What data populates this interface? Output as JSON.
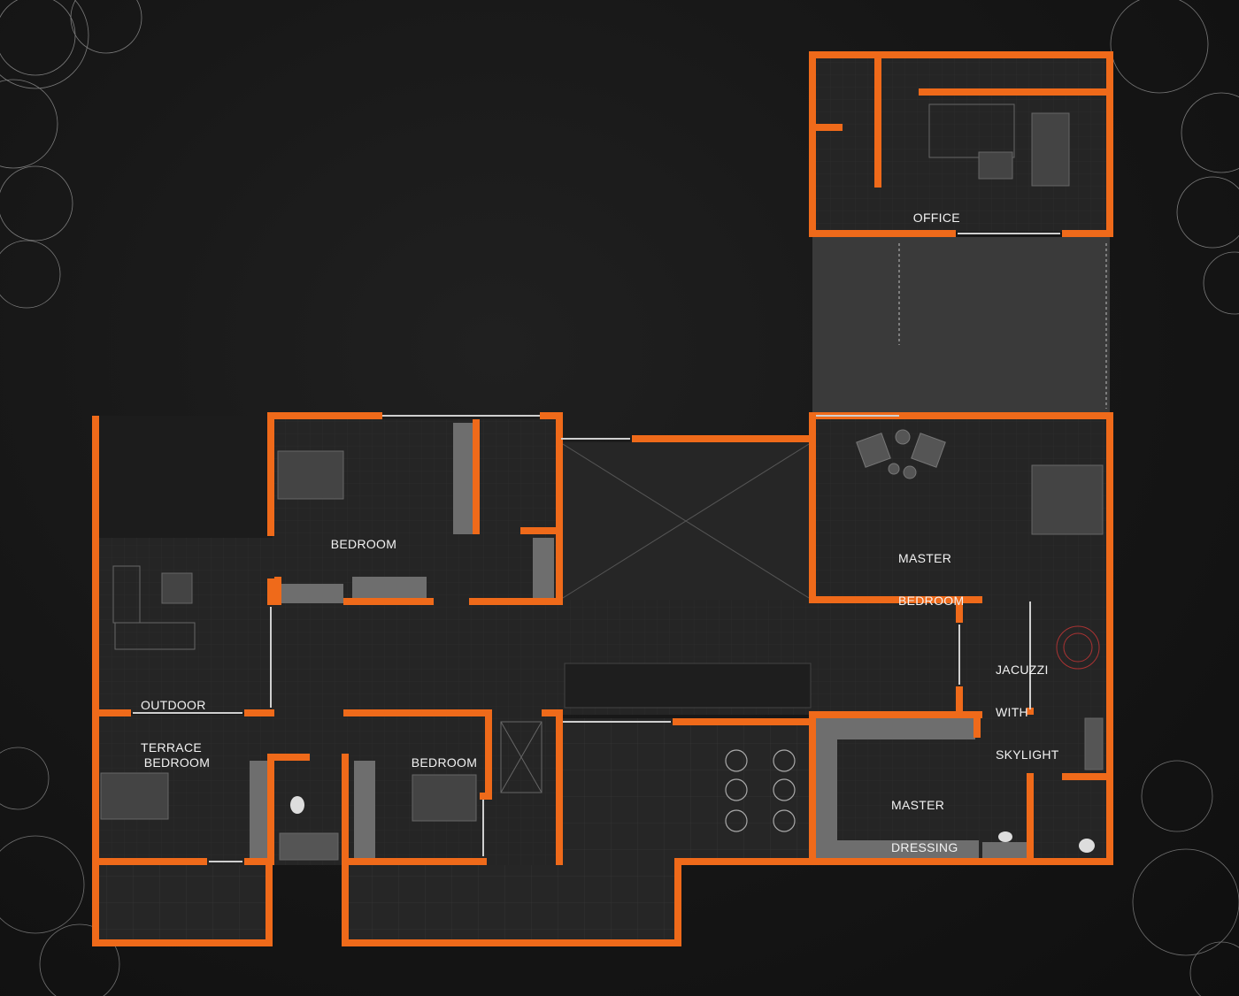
{
  "plan": {
    "colors": {
      "background": "#1a1a1a",
      "wall": "#ef6a1a",
      "floor": "#252525",
      "courtyard": "#3a3a3a",
      "built_in": "#6e6e6e",
      "tree_outline": "#cfcfcf"
    },
    "rooms": [
      {
        "id": "office",
        "lines": [
          "OFFICE"
        ]
      },
      {
        "id": "bedroom_top",
        "lines": [
          "BEDROOM"
        ]
      },
      {
        "id": "master_bedroom",
        "lines": [
          "MASTER",
          "BEDROOM"
        ]
      },
      {
        "id": "outdoor_terrace",
        "lines": [
          "OUTDOOR",
          "TERRACE"
        ]
      },
      {
        "id": "jacuzzi",
        "lines": [
          "JACUZZI",
          "WITH",
          "SKYLIGHT"
        ]
      },
      {
        "id": "bedroom_left",
        "lines": [
          "BEDROOM"
        ]
      },
      {
        "id": "bedroom_mid",
        "lines": [
          "BEDROOM"
        ]
      },
      {
        "id": "master_dressing",
        "lines": [
          "MASTER",
          "DRESSING"
        ]
      }
    ]
  }
}
